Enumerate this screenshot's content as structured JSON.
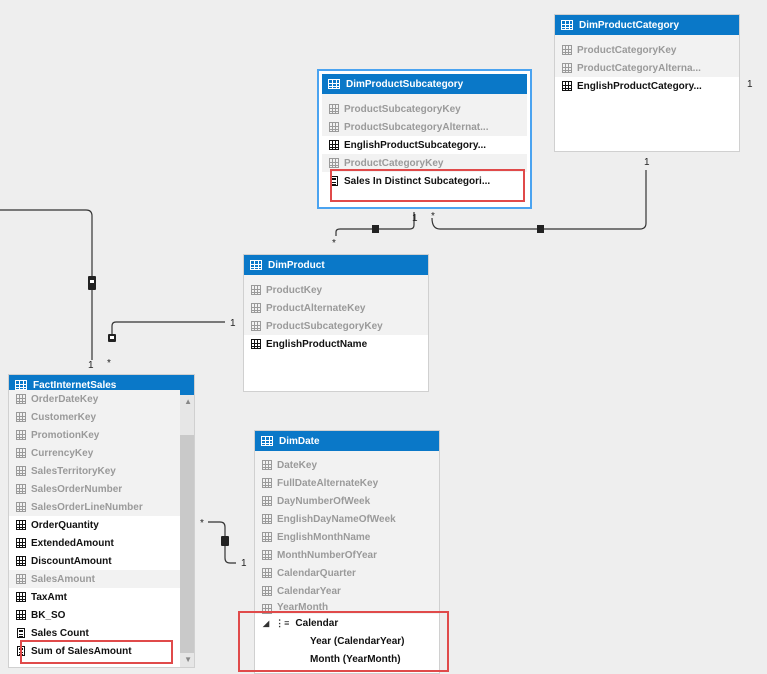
{
  "tables": {
    "dim_product_category": {
      "title": "DimProductCategory",
      "rows": [
        "ProductCategoryKey",
        "ProductCategoryAlterna...",
        "EnglishProductCategory..."
      ]
    },
    "dim_product_subcategory": {
      "title": "DimProductSubcategory",
      "rows": [
        "ProductSubcategoryKey",
        "ProductSubcategoryAlternat...",
        "EnglishProductSubcategory...",
        "ProductCategoryKey",
        "Sales In Distinct Subcategori..."
      ]
    },
    "dim_product": {
      "title": "DimProduct",
      "rows": [
        "ProductKey",
        "ProductAlternateKey",
        "ProductSubcategoryKey",
        "EnglishProductName"
      ]
    },
    "fact_internet_sales": {
      "title": "FactInternetSales",
      "rows": [
        "OrderDateKey",
        "CustomerKey",
        "PromotionKey",
        "CurrencyKey",
        "SalesTerritoryKey",
        "SalesOrderNumber",
        "SalesOrderLineNumber",
        "OrderQuantity",
        "ExtendedAmount",
        "DiscountAmount",
        "SalesAmount",
        "TaxAmt",
        "BK_SO",
        "Sales Count",
        "Sum of SalesAmount"
      ]
    },
    "dim_date": {
      "title": "DimDate",
      "rows": [
        "DateKey",
        "FullDateAlternateKey",
        "DayNumberOfWeek",
        "EnglishDayNameOfWeek",
        "EnglishMonthName",
        "MonthNumberOfYear",
        "CalendarQuarter",
        "CalendarYear",
        "YearMonth"
      ],
      "hierarchy": {
        "name": "Calendar",
        "levels": [
          "Year  (CalendarYear)",
          "Month  (YearMonth)"
        ]
      }
    }
  },
  "cardinality": {
    "one": "1",
    "many": "*"
  },
  "colors": {
    "header": "#0a78c8",
    "highlight": "#e04a4a",
    "selection": "#4aa3f0",
    "line": "#333333"
  }
}
